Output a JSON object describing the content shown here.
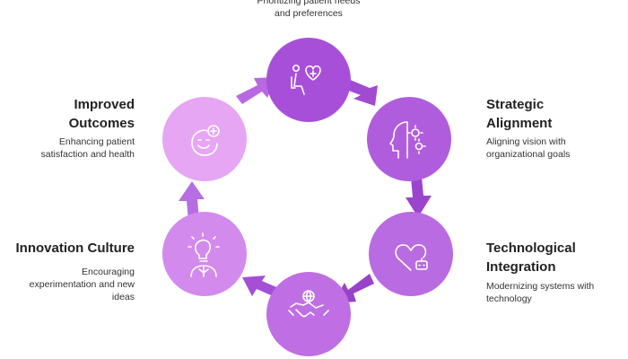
{
  "colors": {
    "node_deep": "#a74fd8",
    "node_mid": "#b96de1",
    "node_light": "#e8a8f5",
    "arrow": "#a14bd2",
    "arrow_dark": "#8a38bb",
    "icon_stroke": "#ffffff"
  },
  "nodes": [
    {
      "id": "patient-centric",
      "icon": "person-seated-heart-plus-icon",
      "title": "",
      "description": "Prioritizing patient needs\nand preferences"
    },
    {
      "id": "strategic-alignment",
      "icon": "head-gears-icon",
      "title": "Strategic\nAlignment",
      "description": "Aligning vision with\norganizational goals"
    },
    {
      "id": "technological-integration",
      "icon": "heart-robot-icon",
      "title": "Technological\nIntegration",
      "description": "Modernizing systems with\ntechnology"
    },
    {
      "id": "collaboration",
      "icon": "handshake-globe-icon",
      "title": "",
      "description": ""
    },
    {
      "id": "innovation-culture",
      "icon": "lightbulb-person-icon",
      "title": "Innovation Culture",
      "description": "Encouraging\nexperimentation and new\nideas"
    },
    {
      "id": "improved-outcomes",
      "icon": "smiley-plus-icon",
      "title": "Improved\nOutcomes",
      "description": "Enhancing patient\nsatisfaction and health"
    }
  ]
}
